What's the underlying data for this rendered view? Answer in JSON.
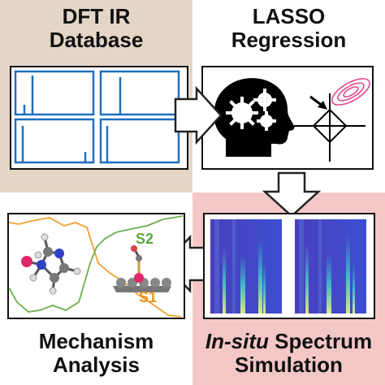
{
  "quadrants": {
    "top_left": {
      "title_line1": "DFT IR",
      "title_line2": "Database",
      "background": "#e3d6c6"
    },
    "top_right": {
      "title_line1": "LASSO",
      "title_line2": "Regression"
    },
    "bottom_left": {
      "title_line1": "Mechanism",
      "title_line2": "Analysis"
    },
    "bottom_right": {
      "title_line1_italic": "In-situ",
      "title_line1_rest": " Spectrum",
      "title_line2": "Simulation",
      "background": "#f4c7c7"
    }
  },
  "labels": {
    "s2": "S2",
    "s1": "S1"
  },
  "icons": [
    "brain-gears-icon",
    "lasso-contour-plot-icon",
    "molecule-icon",
    "adsorbed-molecule-icon",
    "spectrum-heatmap-icon"
  ],
  "colors": {
    "spectrum_blue": "#1e6fbf",
    "arrow_outline": "#222222",
    "s2_label": "#5aa83c",
    "s1_label": "#e8941a",
    "curve_orange": "#f0a030",
    "curve_green": "#6ab04c",
    "contour": "#e0488c",
    "heatmap_bg": "#3f3fbf"
  }
}
